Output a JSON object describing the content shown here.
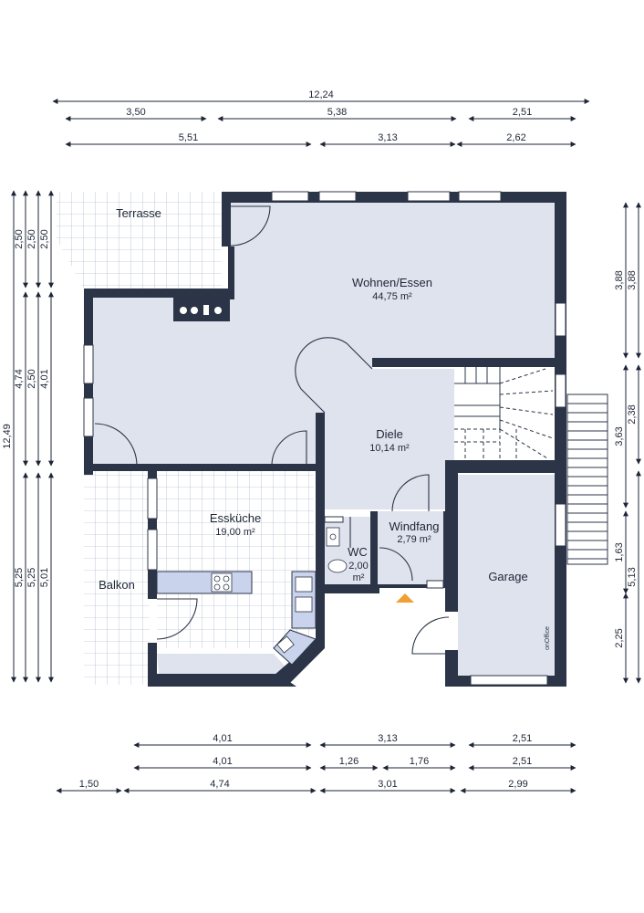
{
  "rooms": {
    "terrasse": {
      "name": "Terrasse"
    },
    "wohnen": {
      "name": "Wohnen/Essen",
      "area": "44,75 m²"
    },
    "diele": {
      "name": "Diele",
      "area": "10,14 m²"
    },
    "esskueche": {
      "name": "Essküche",
      "area": "19,00 m²"
    },
    "windfang": {
      "name": "Windfang",
      "area": "2,79 m²"
    },
    "wc": {
      "name": "WC",
      "area_line1": "2,00",
      "area_line2": "m²"
    },
    "balkon": {
      "name": "Balkon"
    },
    "garage": {
      "name": "Garage"
    }
  },
  "watermark": "onOffice",
  "dimensions": {
    "top": {
      "row1": [
        "12,24"
      ],
      "row2": [
        "3,50",
        "5,38",
        "2,51"
      ],
      "row3": [
        "5,51",
        "3,13",
        "2,62"
      ]
    },
    "bottom": {
      "row1": [
        "4,01",
        "3,13",
        "2,51"
      ],
      "row2": [
        "4,01",
        "1,26",
        "1,76",
        "2,51"
      ],
      "row3": [
        "1,50",
        "4,74",
        "3,01",
        "2,99"
      ]
    },
    "left": {
      "col1": [
        "12,49"
      ],
      "col2": [
        "2,50",
        "4,74",
        "5,25"
      ],
      "col3": [
        "2,50",
        "2,50",
        "5,25"
      ],
      "col4": [
        "2,50",
        "4,01",
        "5,01"
      ]
    },
    "right": {
      "col1": [
        "3,88",
        "3,63",
        "2,25"
      ],
      "col2": [
        "3,88",
        "2,38",
        "1,63",
        "5,13"
      ]
    }
  },
  "colors": {
    "wall": "#2c3447",
    "floor": "#dfe3ee",
    "tile_grid": "#9aa6c0",
    "entrance_arrow": "#f0a030"
  }
}
